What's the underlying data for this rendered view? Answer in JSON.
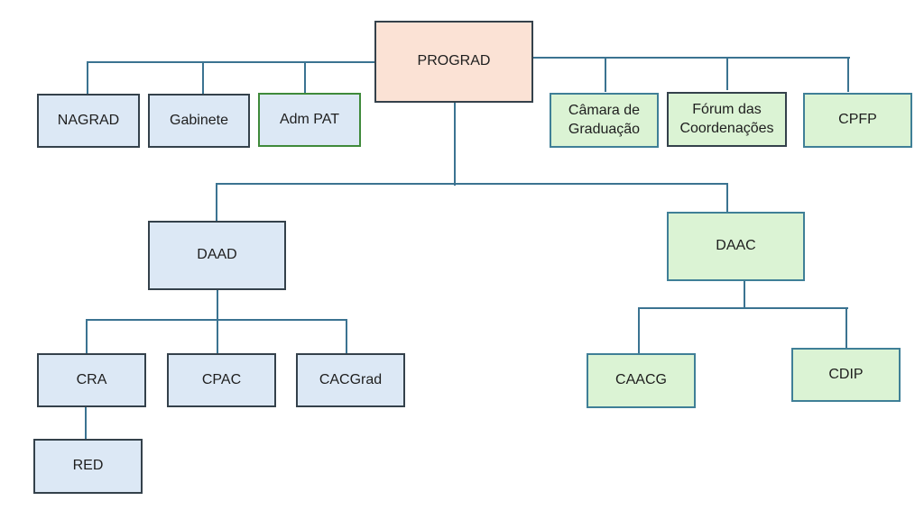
{
  "diagram": {
    "title": "",
    "colors": {
      "connector": "#3b7391",
      "blue_fill": "#dce8f5",
      "green_fill": "#dbf3d4",
      "root_fill": "#fbe2d5"
    },
    "nodes": {
      "prograd": {
        "label": "PROGRAD",
        "parent": null
      },
      "nagrad": {
        "label": "NAGRAD",
        "parent": "prograd"
      },
      "gabinete": {
        "label": "Gabinete",
        "parent": "prograd"
      },
      "adm_pat": {
        "label": "Adm PAT",
        "parent": "prograd"
      },
      "camara": {
        "label": "Câmara de Graduação",
        "parent": "prograd"
      },
      "forum": {
        "label": "Fórum das Coordenações",
        "parent": "prograd"
      },
      "cpfp": {
        "label": "CPFP",
        "parent": "prograd"
      },
      "daad": {
        "label": "DAAD",
        "parent": "prograd"
      },
      "daac": {
        "label": "DAAC",
        "parent": "prograd"
      },
      "cra": {
        "label": "CRA",
        "parent": "daad"
      },
      "cpac": {
        "label": "CPAC",
        "parent": "daad"
      },
      "cacgrad": {
        "label": "CACGrad",
        "parent": "daad"
      },
      "red": {
        "label": "RED",
        "parent": "cra"
      },
      "caacg": {
        "label": "CAACG",
        "parent": "daac"
      },
      "cdip": {
        "label": "CDIP",
        "parent": "daac"
      }
    }
  }
}
